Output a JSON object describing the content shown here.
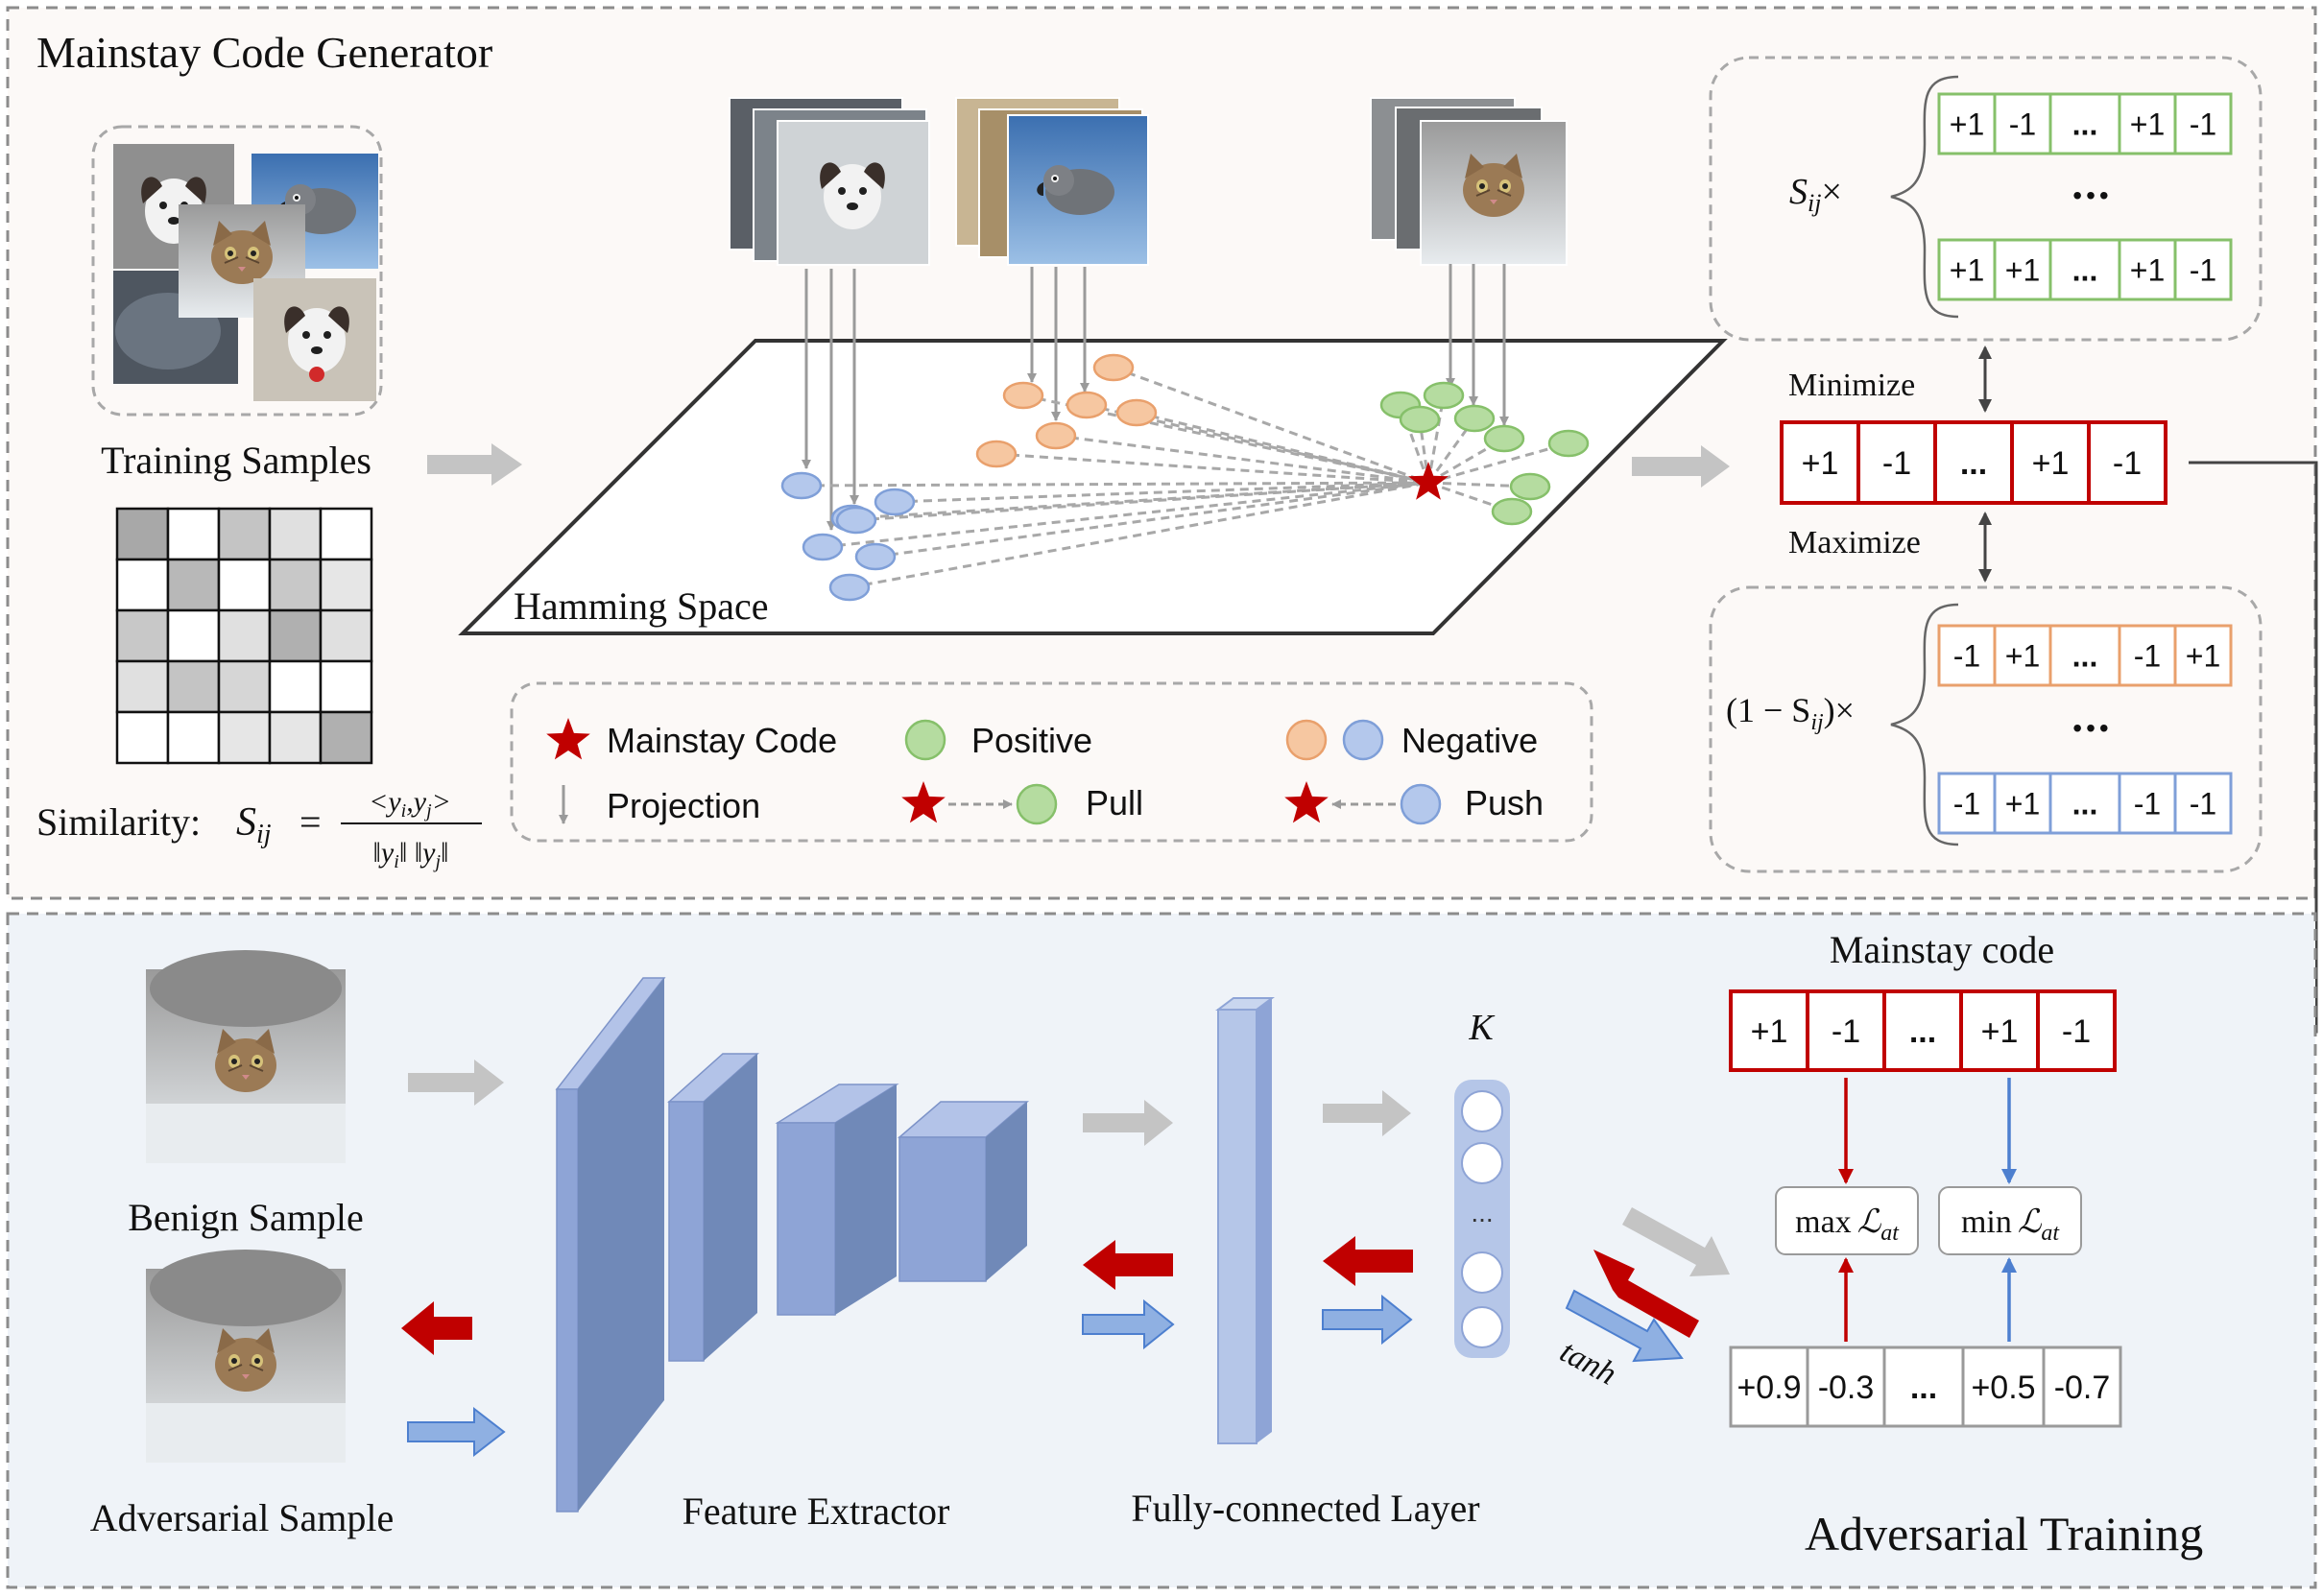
{
  "colors": {
    "top_bg": "#fcf9f7",
    "bottom_bg": "#eff3f8",
    "red": "#c00000",
    "blue": "#4d7fcf",
    "green_fill": "#b5dca0",
    "green_stroke": "#86c06a",
    "orange_fill": "#f6c7a1",
    "orange_stroke": "#e9a06c",
    "blue_fill": "#b4c8ec",
    "blue_stroke": "#7f9fd8",
    "extractor": "#8ea4d6",
    "grey_arrow": "#bdbdbd"
  },
  "top": {
    "title": "Mainstay Code Generator",
    "training_samples": "Training Samples",
    "similarity_label": "Similarity:",
    "similarity_lhs": "S",
    "similarity_lhs_sub": "ij",
    "similarity_eq": "=",
    "similarity_num": "<y",
    "similarity_num_i": "i",
    "similarity_num_mid": ",y",
    "similarity_num_j": "j",
    "similarity_num_end": ">",
    "similarity_den": "‖y",
    "similarity_den_i": "i",
    "similarity_den_mid": "‖ ‖y",
    "similarity_den_j": "j",
    "similarity_den_end": "‖",
    "hamming_space": "Hamming Space",
    "minimize": "Minimize",
    "maximize": "Maximize",
    "center_code": [
      "+1",
      "-1",
      "...",
      "+1",
      "-1"
    ],
    "pos_prefix": "S",
    "pos_prefix_sub": "ij",
    "pos_prefix_times": "×",
    "pos_code_1": [
      "+1",
      "-1",
      "...",
      "+1",
      "-1"
    ],
    "pos_code_2": [
      "+1",
      "+1",
      "...",
      "+1",
      "-1"
    ],
    "neg_prefix_open": "(1 − S",
    "neg_prefix_sub": "ij",
    "neg_prefix_close": ")×",
    "neg_code_1": [
      "-1",
      "+1",
      "...",
      "-1",
      "+1"
    ],
    "neg_code_2": [
      "-1",
      "+1",
      "...",
      "-1",
      "-1"
    ],
    "ellipsis": "•••"
  },
  "legend": {
    "mainstay_code": "Mainstay Code",
    "positive": "Positive",
    "negative": "Negative",
    "projection": "Projection",
    "pull": "Pull",
    "push": "Push"
  },
  "bottom": {
    "title": "Adversarial Training",
    "benign_sample": "Benign Sample",
    "adversarial_sample": "Adversarial Sample",
    "feature_extractor": "Feature Extractor",
    "fc_layer": "Fully-connected Layer",
    "k_label": "K",
    "k_dots": "...",
    "mainstay_code_title": "Mainstay code",
    "mainstay_code": [
      "+1",
      "-1",
      "...",
      "+1",
      "-1"
    ],
    "output_code": [
      "+0.9",
      "-0.3",
      "...",
      "+0.5",
      "-0.7"
    ],
    "max_loss_prefix": "max",
    "min_loss_prefix": "min",
    "loss_symbol": "ℒ",
    "loss_sub": "at",
    "tanh": "tanh"
  }
}
